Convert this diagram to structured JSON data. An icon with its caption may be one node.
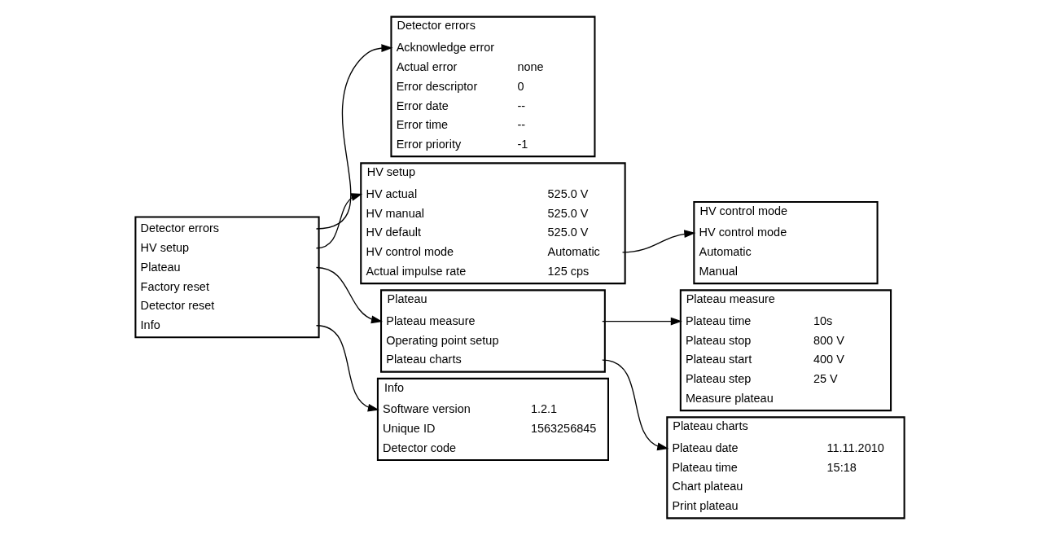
{
  "diagram": {
    "nodes": [
      {
        "text": [],
        "shape": "box"
      },
      {
        "text": [
          "Detector errors"
        ],
        "in": 0
      },
      {
        "text": [
          "HV setup"
        ],
        "in": 0
      },
      {
        "text": [
          "Plateau"
        ],
        "in": 0
      },
      {
        "text": [
          "Factory reset"
        ],
        "in": 0
      },
      {
        "text": [
          "Detector reset"
        ],
        "in": 0
      },
      {
        "text": [
          "Info"
        ],
        "in": 0
      },
      {
        "text": [
          "Detector errors"
        ]
      },
      {
        "text": [
          "Acknowledge error"
        ],
        "in": 7
      },
      {
        "text": [
          "Actual error",
          "none"
        ],
        "in": 7
      },
      {
        "text": [
          "Error descriptor",
          "0"
        ],
        "in": 7
      },
      {
        "text": [
          "Error date",
          "--"
        ],
        "in": 7
      },
      {
        "text": [
          "Error time",
          "--"
        ],
        "in": 7
      },
      {
        "text": [
          "Error priority",
          "-1"
        ],
        "in": 7
      },
      {
        "text": [
          "HV setup"
        ]
      },
      {
        "text": [
          "HV actual",
          "525.0 V"
        ],
        "in": 14
      },
      {
        "text": [
          "HV manual",
          "525.0 V"
        ],
        "in": 14
      },
      {
        "text": [
          "HV default",
          "525.0 V"
        ],
        "in": 14
      },
      {
        "text": [
          "HV control mode",
          "Automatic"
        ],
        "in": 14
      },
      {
        "text": [
          "Actual impulse rate",
          "125 cps"
        ],
        "in": 14
      },
      {
        "text": [
          "HV control mode"
        ]
      },
      {
        "text": [
          "HV control mode"
        ],
        "in": 20
      },
      {
        "text": [
          "Automatic"
        ],
        "in": 20
      },
      {
        "text": [
          "Manual"
        ],
        "in": 20
      },
      {
        "text": [
          "Plateau"
        ]
      },
      {
        "text": [
          "Plateau measure"
        ],
        "in": 24
      },
      {
        "text": [
          "Operating point setup"
        ],
        "in": 24
      },
      {
        "text": [
          "Plateau charts"
        ],
        "in": 24
      },
      {
        "text": [
          "Plateau measure"
        ]
      },
      {
        "text": [
          "Plateau time",
          "10s"
        ],
        "in": 28
      },
      {
        "text": [
          "Plateau stop",
          "800 V"
        ],
        "in": 28
      },
      {
        "text": [
          "Plateau start",
          "400 V"
        ],
        "in": 28
      },
      {
        "text": [
          "Plateau step",
          "25 V"
        ],
        "in": 28
      },
      {
        "text": [
          "Measure plateau"
        ],
        "in": 28
      },
      {
        "text": [
          "Plateau charts"
        ]
      },
      {
        "text": [
          "Plateau date",
          "11.11.2010"
        ],
        "in": 34
      },
      {
        "text": [
          "Plateau time",
          "15:18"
        ],
        "in": 34
      },
      {
        "text": [
          "Chart plateau"
        ],
        "in": 34
      },
      {
        "text": [
          "Print plateau"
        ],
        "in": 34
      },
      {
        "text": [
          "Info"
        ]
      },
      {
        "text": [
          "Software version",
          "1.2.1"
        ],
        "in": 39
      },
      {
        "text": [
          "Unique ID",
          "1563256845"
        ],
        "in": 39
      },
      {
        "text": [
          "Detector code"
        ],
        "in": 39
      }
    ],
    "edges": [
      {
        "from": 1,
        "to": 7,
        "arrow": "to"
      },
      {
        "from": 2,
        "to": 14,
        "arrow": "to"
      },
      {
        "from": 3,
        "to": 24,
        "arrow": "to"
      },
      {
        "from": 6,
        "to": 39,
        "arrow": "to"
      },
      {
        "from": 18,
        "to": 20,
        "arrow": "to"
      },
      {
        "from": 25,
        "to": 28,
        "arrow": "to"
      },
      {
        "from": 27,
        "to": 34,
        "arrow": "to"
      }
    ]
  }
}
